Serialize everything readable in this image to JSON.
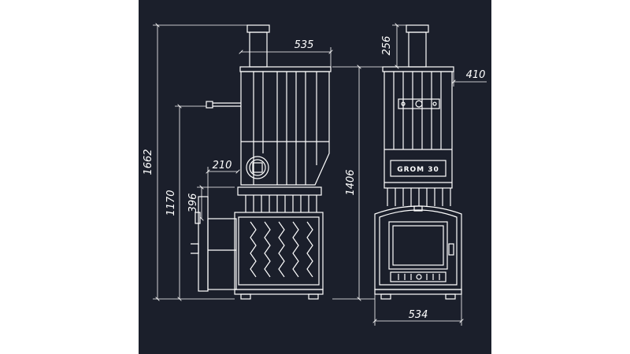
{
  "drawing": {
    "colors": {
      "background": "#1b1f2b",
      "line": "#ffffff",
      "page": "#ffffff"
    },
    "side_view": {
      "dimensions": {
        "total_height": "1662",
        "firebox_height": "1170",
        "tank_width": "535",
        "outlet_offset": "210",
        "door_height": "396"
      }
    },
    "front_view": {
      "dimensions": {
        "total_height": "1406",
        "chimney_height": "256",
        "tank_width": "410",
        "base_width": "534"
      },
      "brand_plate": "GROM 30"
    }
  }
}
